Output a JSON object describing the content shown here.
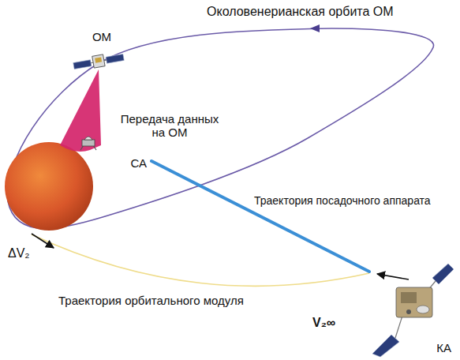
{
  "diagram": {
    "nodes": [
      {
        "text": [
          "ОМ"
        ]
      },
      {
        "text": [
          "СА"
        ]
      },
      {
        "text": [
          "КА"
        ]
      }
    ],
    "edges": [
      {
        "from": 2,
        "to": 1,
        "arrow": "none"
      }
    ],
    "labels": [
      "Околовенерианская орбита ОМ",
      "Передача данных на ОМ",
      "Траектория посадочного аппарата",
      "ΔV₂",
      "Траектория орбитального модуля",
      "V₂∞"
    ]
  }
}
